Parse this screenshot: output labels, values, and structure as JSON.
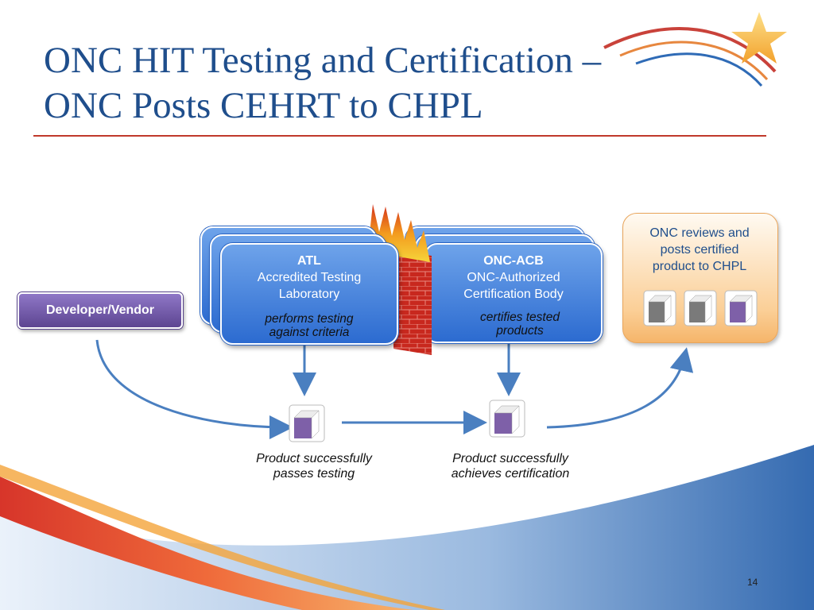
{
  "slide": {
    "title_line1": "ONC HIT Testing and Certification –",
    "title_line2": "ONC Posts CEHRT to CHPL",
    "slide_number": "14"
  },
  "diagram": {
    "developer_label": "Developer/Vendor",
    "atl": {
      "abbr": "ATL",
      "name_line1": "Accredited Testing",
      "name_line2": "Laboratory",
      "action_line1": "performs testing",
      "action_line2": "against criteria"
    },
    "onc_acb": {
      "abbr": "ONC-ACB",
      "name_line1": "ONC-Authorized",
      "name_line2": "Certification Body",
      "action_line1": "certifies tested",
      "action_line2": "products"
    },
    "chpl": {
      "line1": "ONC reviews and",
      "line2": "posts certified",
      "line3": "product  to CHPL"
    },
    "caption_testing_line1": "Product successfully",
    "caption_testing_line2": "passes testing",
    "caption_cert_line1": "Product successfully",
    "caption_cert_line2": "achieves certification"
  },
  "colors": {
    "title": "#1f4e8c",
    "rule": "#c0392b",
    "card_blue": "#2c6bd0",
    "vendor_purple": "#6b52a3",
    "chpl_orange": "#f5b56a",
    "arrow": "#4a7fc0",
    "cube_purple": "#7e60a8",
    "cube_gray": "#7a7a7a"
  }
}
